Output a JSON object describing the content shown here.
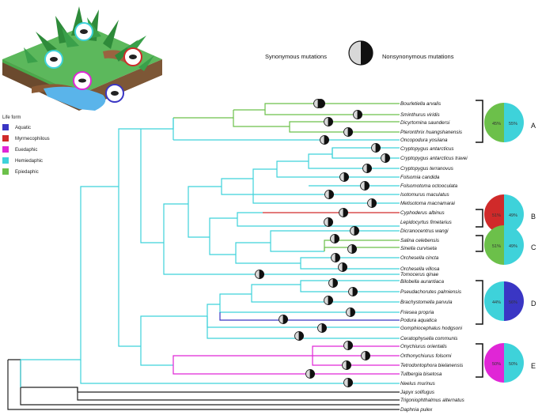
{
  "mutation_legend": {
    "synonymous": "Synonymous mutations",
    "nonsynonymous": "Nonsynonymous mutations"
  },
  "life_form_legend": {
    "title": "Life form",
    "items": [
      {
        "label": "Aquatic",
        "color": "#3a36c4"
      },
      {
        "label": "Myrmecophilous",
        "color": "#d02a2a"
      },
      {
        "label": "Euedaphic",
        "color": "#e026d6"
      },
      {
        "label": "Hemiedaphic",
        "color": "#3ed2da"
      },
      {
        "label": "Epiedaphic",
        "color": "#6cc04a"
      }
    ]
  },
  "colors": {
    "aquatic": "#3a36c4",
    "myrmecophilous": "#d02a2a",
    "euedaphic": "#e026d6",
    "hemiedaphic": "#3ed2da",
    "epiedaphic": "#6cc04a",
    "outgroup": "#222222",
    "pie_synonymous": "#d8d8d8",
    "pie_nonsynonymous": "#111111"
  },
  "taxa": [
    "Bourletiella arvalis",
    "Sminthurus viridis",
    "Dicyrtomina saundersi",
    "Pteronthrix huangshanensis",
    "Oncopodura yosiiana",
    "Cryptopygus antarcticus",
    "Cryptopygus antarcticus travei",
    "Cryptopygus terranovus",
    "Folsomia candida",
    "Folsomotoma octooculata",
    "Isotomurus maculatus",
    "Metisotoma macnamarai",
    "Cyphoderus albinus",
    "Lepidocyrtus fimetarius",
    "Dicranocentrus wangi",
    "Salina celebensis",
    "Sinella curviseta",
    "Orchesella cincta",
    "Orchesella villosa",
    "Tomocerus qinae",
    "Bilobella aurantiaca",
    "Pseudachorutes palmiensis",
    "Brachystomella parvula",
    "Friesea propria",
    "Podura aquatica",
    "Gomphiocephalus hodgsoni",
    "Ceratophysella communis",
    "Onychiurus orientalis",
    "Orthonychiurus folsomi",
    "Tetrodontophora bielanensis",
    "Tullbergia bisetosa",
    "Neelus murinus",
    "Japyx solifugus",
    "Trigoniophthalmus alternatus",
    "Daphnia pulex"
  ],
  "groups": [
    {
      "letter": "A",
      "left_label": "45%",
      "right_label": "55%",
      "left_pct": 45,
      "left_color": "#6cc04a",
      "right_color": "#3ed2da"
    },
    {
      "letter": "B",
      "left_label": "51%",
      "right_label": "49%",
      "left_pct": 51,
      "left_color": "#d02a2a",
      "right_color": "#3ed2da"
    },
    {
      "letter": "C",
      "left_label": "51%",
      "right_label": "49%",
      "left_pct": 51,
      "left_color": "#6cc04a",
      "right_color": "#3ed2da"
    },
    {
      "letter": "D",
      "left_label": "44%",
      "right_label": "56%",
      "left_pct": 44,
      "left_color": "#3ed2da",
      "right_color": "#3a36c4"
    },
    {
      "letter": "E",
      "left_label": "50%",
      "right_label": "50%",
      "left_pct": 50,
      "left_color": "#e026d6",
      "right_color": "#3ed2da"
    }
  ]
}
